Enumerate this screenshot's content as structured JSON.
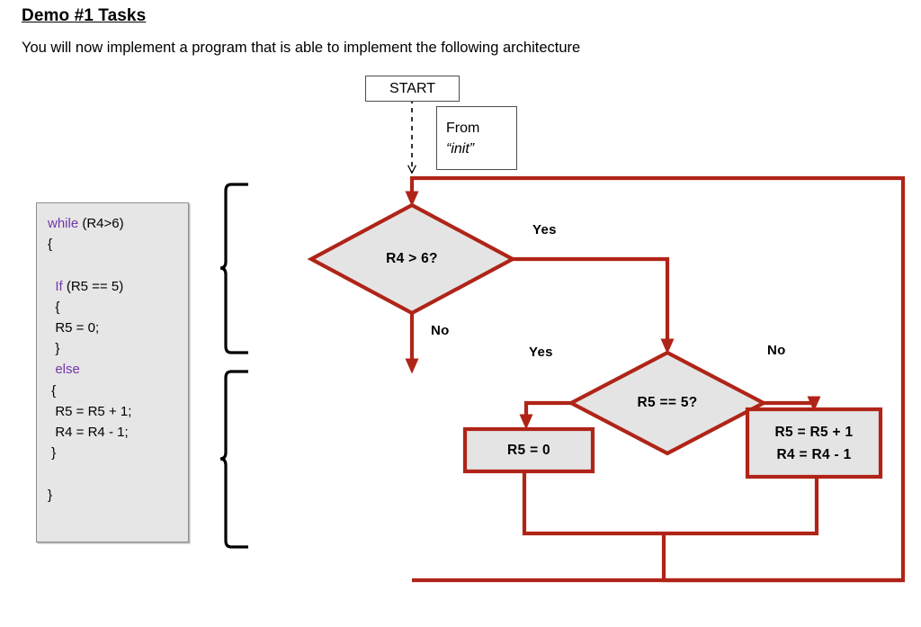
{
  "header": {
    "title": "Demo #1 Tasks",
    "subtitle": "You will now implement a program that is able to implement the following architecture"
  },
  "code_panel": {
    "lines": [
      {
        "keyword": "while",
        "rest": " (R4>6)"
      },
      {
        "keyword": "",
        "rest": "{"
      },
      {
        "keyword": "",
        "rest": ""
      },
      {
        "keyword": "  If",
        "rest": " (R5 == 5)"
      },
      {
        "keyword": "",
        "rest": "  {"
      },
      {
        "keyword": "",
        "rest": "  R5 = 0;"
      },
      {
        "keyword": "",
        "rest": "  }"
      },
      {
        "keyword": "  else",
        "rest": ""
      },
      {
        "keyword": "",
        "rest": " {"
      },
      {
        "keyword": "",
        "rest": "  R5 = R5 + 1;"
      },
      {
        "keyword": "",
        "rest": "  R4 = R4 - 1;"
      },
      {
        "keyword": "",
        "rest": " }"
      },
      {
        "keyword": "",
        "rest": ""
      },
      {
        "keyword": "",
        "rest": "}"
      }
    ],
    "keyword_color": "#7337a8",
    "background_color": "#e6e6e6",
    "border_color": "#8c8c8c"
  },
  "flowchart": {
    "accent_color": "#b02418",
    "node_fill": "#e4e4e4",
    "node_border": "#b02418",
    "start_box": {
      "label": "START"
    },
    "from_box": {
      "line1": "From",
      "line2": "“init”"
    },
    "decision1": {
      "label": "R4 > 6?",
      "yes_label": "Yes",
      "no_label": "No"
    },
    "decision2": {
      "label": "R5 == 5?",
      "yes_label": "Yes",
      "no_label": "No"
    },
    "process_left": {
      "line1": "R5 = 0"
    },
    "process_right": {
      "line1": "R5 = R5 + 1",
      "line2": "R4 = R4 - 1"
    }
  },
  "braces": {
    "upper_brace": "brace-upper",
    "lower_brace": "brace-lower"
  }
}
